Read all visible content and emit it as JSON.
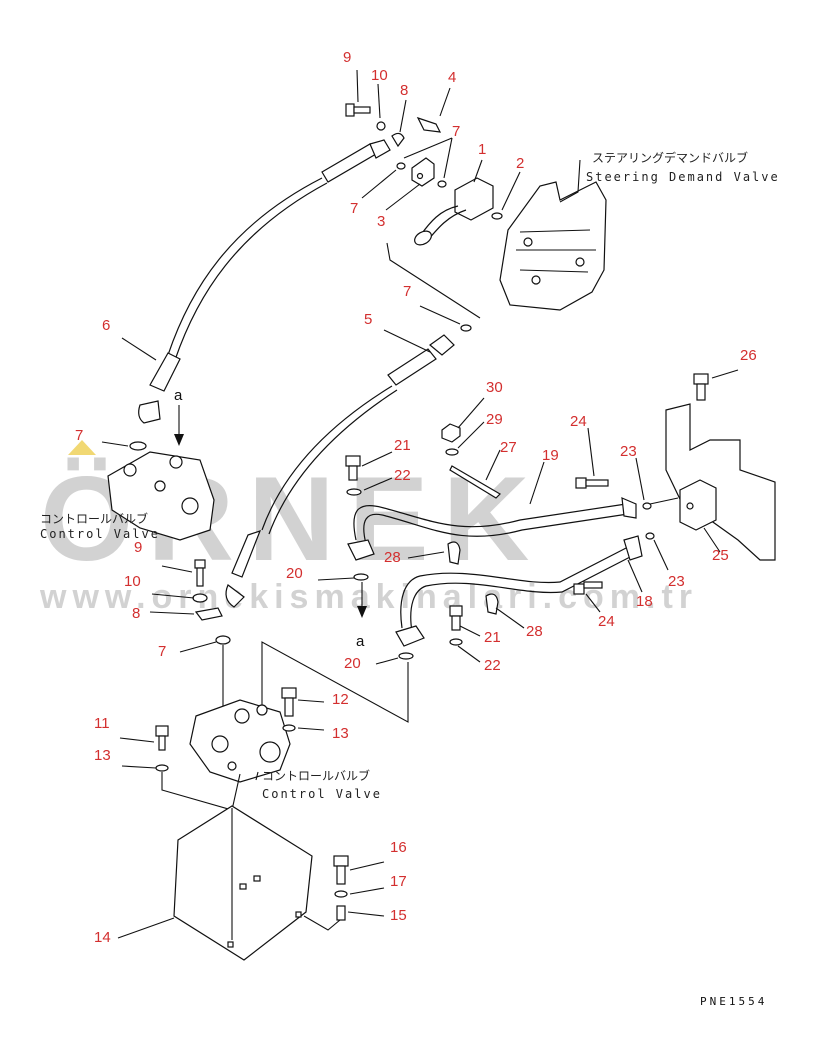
{
  "callouts": [
    "9",
    "10",
    "8",
    "4",
    "7",
    "1",
    "2",
    "7",
    "3",
    "7",
    "5",
    "6",
    "a",
    "7",
    "30",
    "29",
    "26",
    "24",
    "27",
    "21",
    "19",
    "23",
    "22",
    "9",
    "10",
    "8",
    "20",
    "28",
    "25",
    "23",
    "24",
    "18",
    "a",
    "21",
    "28",
    "7",
    "22",
    "20",
    "12",
    "11",
    "13",
    "13",
    "16",
    "17",
    "15",
    "14"
  ],
  "labels": {
    "steering_valve_jp": "ステアリングデマンドバルブ",
    "steering_valve_en": "Steering Demand Valve",
    "control_valve_jp_1": "コントロールバルブ",
    "control_valve_en_1": "Control Valve",
    "control_valve_jp_2": "コントロールバルブ",
    "control_valve_en_2": "Control Valve"
  },
  "drawing_code": "PNE1554",
  "watermark": {
    "brand": "ÖRNEK",
    "url": "www.ornekismakinalari.com.tr"
  },
  "colors": {
    "callout": "#d32f2f",
    "line": "#111111",
    "watermark": "#9c9c9c"
  }
}
